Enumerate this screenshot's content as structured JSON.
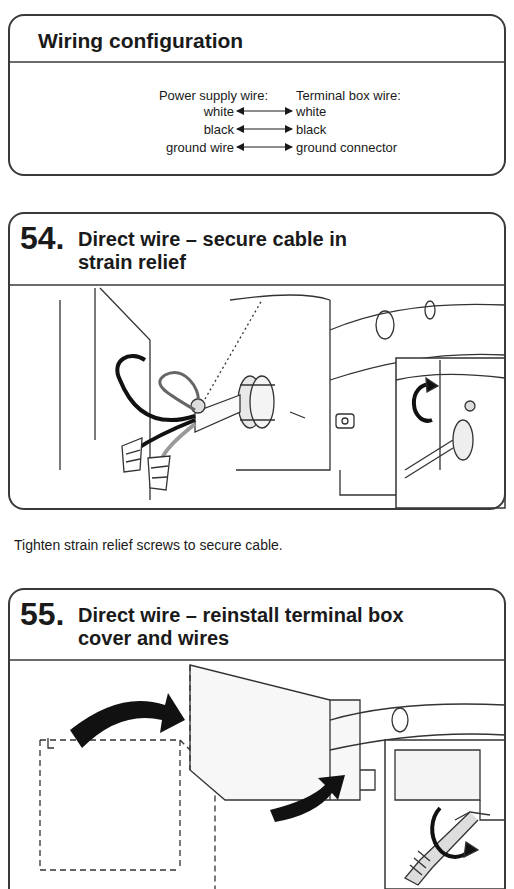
{
  "diagram": {
    "nodes": [
      {
        "text": [
          "Wiring configuration"
        ]
      },
      {
        "text": [
          "54.",
          "Direct wire – secure cable in strain relief"
        ]
      },
      {
        "text": [
          "55.",
          "Direct wire – reinstall terminal box cover and wires"
        ]
      }
    ],
    "labels": [
      "Power supply wire:",
      "Terminal box wire:",
      "white",
      "white",
      "black",
      "black",
      "ground wire",
      "ground connector",
      "Tighten strain relief screws to secure cable."
    ]
  }
}
